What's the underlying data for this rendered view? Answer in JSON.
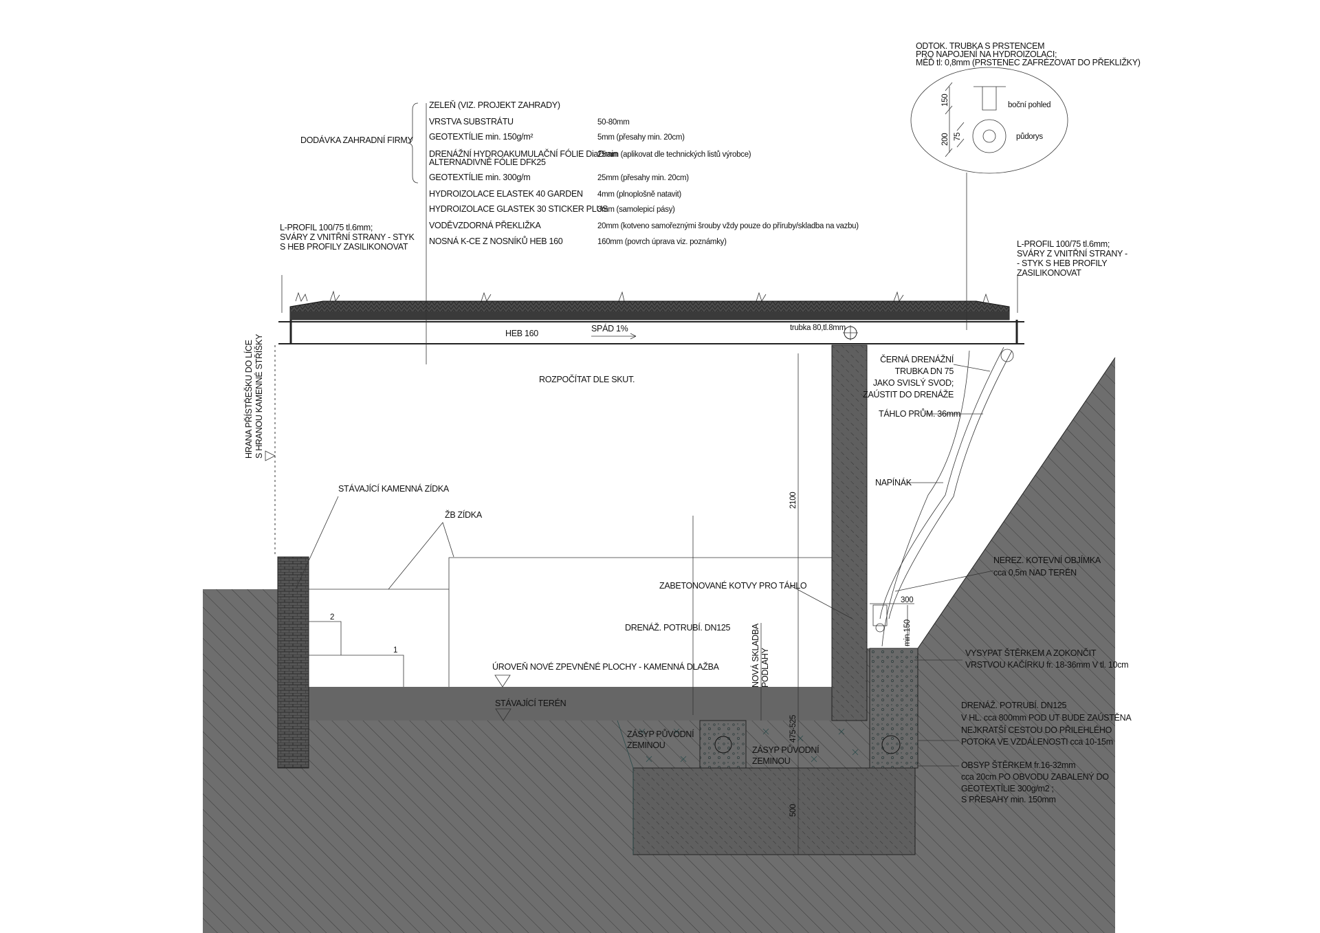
{
  "colors": {
    "ground": "#6e6e6e",
    "hatch": "#3a3a3a",
    "roof": "#4a4a4a",
    "line": "#222222"
  },
  "layers": {
    "group_label": "DODÁVKA ZAHRADNÍ FIRMY",
    "items": [
      {
        "name": "ZELEŇ (VIZ. PROJEKT ZAHRADY)",
        "spec": ""
      },
      {
        "name": "VRSTVA SUBSTRÁTU",
        "spec": "50-80mm"
      },
      {
        "name": "GEOTEXTÍLIE min. 150g/m²",
        "spec": "5mm (přesahy min. 20cm)"
      },
      {
        "name": "DRENÁŽNÍ HYDROAKUMULAČNÍ FÓLIE DiaDrain",
        "name2": "ALTERNADIVNĚ FÓLIE DFK25",
        "spec": "25mm (aplikovat dle technických listů výrobce)"
      },
      {
        "name": "GEOTEXTÍLIE min. 300g/m",
        "spec": "25mm (přesahy min. 20cm)"
      },
      {
        "name": "HYDROIZOLACE ELASTEK 40 GARDEN",
        "spec": "4mm (plnoplošně natavit)"
      },
      {
        "name": "HYDROIZOLACE GLASTEK 30 STICKER PLUS",
        "spec": "3mm (samolepicí pásy)"
      },
      {
        "name": "VODĚVZDORNÁ PŘEKLIŽKA",
        "spec": "20mm (kotveno samořeznými šrouby vždy pouze do příruby/skladba na vazbu)"
      },
      {
        "name": "NOSNÁ K-CE Z NOSNÍKŮ HEB 160",
        "spec": "160mm (povrch úprava viz. poznámky)"
      }
    ]
  },
  "labels": {
    "lprofile_left": [
      "L-PROFIL 100/75 tl.6mm;",
      "SVÁRY Z VNITŘNÍ STRANY - STYK",
      "S HEB PROFILY ZASILIKONOVAT"
    ],
    "lprofile_right": [
      "L-PROFIL 100/75 tl.6mm;",
      "SVÁRY Z VNITŘNÍ STRANY -",
      "- STYK S HEB PROFILY",
      "ZASILIKONOVAT"
    ],
    "outlet": [
      "ODTOK. TRUBKA S PRSTENCEM",
      "PRO NAPOJENÍ NA HYDROIZOLACI;",
      "MĚĎ tl: 0,8mm (PRSTENEC ZAFRÉZOVAT DO PŘEKLIŽKY)"
    ],
    "detail_side": "boční pohled",
    "detail_plan": "půdorys",
    "dim_150": "150",
    "dim_200": "200",
    "dim_75": "75",
    "heb": "HEB 160",
    "slope": "SPÁD 1%",
    "pipe80": "trubka 80,tl.8mm",
    "budget": "ROZPOČÍTAT DLE SKUT.",
    "edge": [
      "HRANA PŘÍSTŘEŠKU DO LÍCE",
      "S HRANOU KAMENNÉ STŘÍŠKY"
    ],
    "stone_wall": "STÁVAJÍCÍ KAMENNÁ ZÍDKA",
    "rc_wall": "ŽB ZÍDKA",
    "step2": "2",
    "step1": "1",
    "new_level": "ÚROVEŇ NOVÉ ZPEVNĚNÉ PLOCHY - KAMENNÁ DLAŽBA",
    "existing_terrain": "STÁVAJÍCÍ TERÉN",
    "drain_dn125": "DRENÁŽ. POTRUBÍ.  DN125",
    "new_floor": [
      "NOVÁ SKLADBA",
      "PODLAHY"
    ],
    "dim_2100": "2100",
    "dim_475": "475-525",
    "dim_500": "500",
    "backfill": [
      "ZÁSYP PŮVODNÍ",
      "ZEMINOU"
    ],
    "anchors": "ZABETONOVANÉ KOTVY PRO TÁHLO",
    "dim_300": "300",
    "dim_min150": "min.150",
    "black_pipe": [
      "ČERNÁ DRENÁŽNÍ",
      "TRUBKA DN 75",
      "JAKO SVISLÝ SVOD;",
      "ZAÚSTIT DO DRENÁŽE"
    ],
    "rod": "TÁHLO PRŮM. 36mm",
    "tensioner": "NAPÍNÁK",
    "clamp": [
      "NEREZ. KOTEVNÍ OBJÍMKA",
      "cca 0,5m NAD TERÉN"
    ],
    "gravel": [
      "VYSYPAT ŠTĚRKEM A ZOKONČIT",
      "VRSTVOU KAČÍRKU fr. 18-36mm V tl. 10cm"
    ],
    "drain_right": [
      "DRENÁŽ. POTRUBÍ.  DN125",
      "V HL. cca 800mm POD UT BUDE ZAÚSTĚNA",
      "NEJKRATŠÍ CESTOU DO PŘILEHLÉHO",
      "POTOKA VE VZDÁLENOSTI cca 10-15m"
    ],
    "gravel_wrap": [
      "OBSYP ŠTĚRKEM fr.16-32mm",
      "cca 20cm PO OBVODU ZABALENÝ DO",
      "GEOTEXTÍLIE 300g/m2 ;",
      "S PŘESAHY min. 150mm"
    ]
  }
}
